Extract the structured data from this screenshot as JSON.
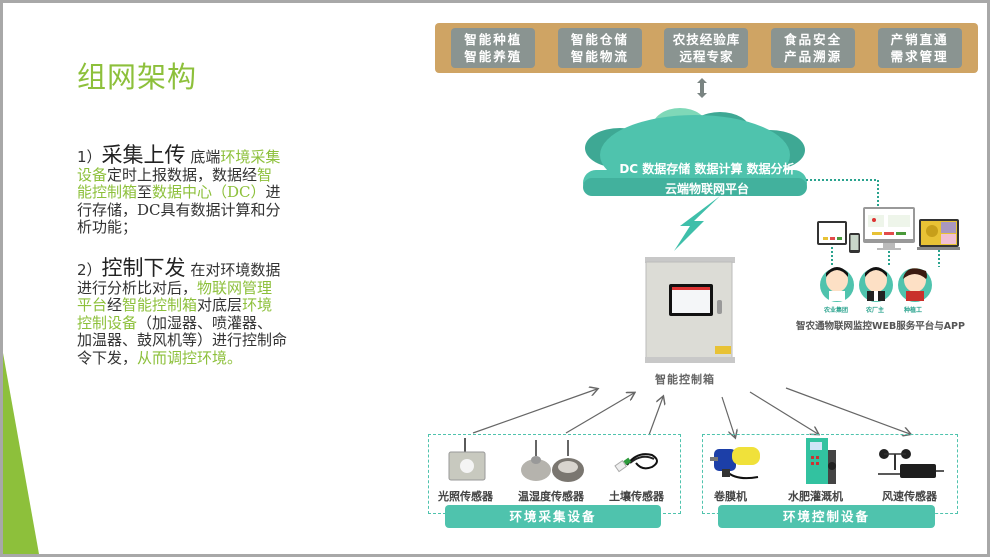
{
  "title": "组网架构",
  "section1": {
    "number": "1）",
    "heading": "采集上传",
    "segments": [
      {
        "text": "  底端",
        "hl": false
      },
      {
        "text": "环境采集设备",
        "hl": true
      },
      {
        "text": "定时上报数据，数据经",
        "hl": false
      },
      {
        "text": "智能控制箱",
        "hl": true
      },
      {
        "text": "至",
        "hl": false
      },
      {
        "text": "数据中心（DC）",
        "hl": true
      },
      {
        "text": "进行存储，DC具有数据计算和分析功能；",
        "hl": false
      }
    ]
  },
  "section2": {
    "number": "2）",
    "heading": "控制下发",
    "segments": [
      {
        "text": "  在对环境数据进行分析比对后，",
        "hl": false
      },
      {
        "text": "物联网管理平台",
        "hl": true
      },
      {
        "text": "经",
        "hl": false
      },
      {
        "text": "智能控制箱",
        "hl": true
      },
      {
        "text": "对底层",
        "hl": false
      },
      {
        "text": "环境控制设备",
        "hl": true
      },
      {
        "text": "（加湿器、喷灌器、加温器、鼓风机等）进行控制命令下发，",
        "hl": false
      },
      {
        "text": "从而调控环境。",
        "hl": true
      }
    ]
  },
  "applications": [
    {
      "line1": "智能种植",
      "line2": "智能养殖"
    },
    {
      "line1": "智能仓储",
      "line2": "智能物流"
    },
    {
      "line1": "农技经验库",
      "line2": "远程专家"
    },
    {
      "line1": "食品安全",
      "line2": "产品溯源"
    },
    {
      "line1": "产销直通",
      "line2": "需求管理"
    }
  ],
  "cloud": {
    "line1": "DC 数据存储 数据计算  数据分析",
    "line2": "云端物联网平台"
  },
  "control_box": {
    "label": "智能控制箱"
  },
  "web_platform": {
    "caption": "智农通物联网监控WEB服务平台与APP",
    "roles": [
      "农业集团",
      "农厂主",
      "种植工"
    ]
  },
  "collection_group": {
    "title": "环境采集设备",
    "devices": [
      "光照传感器",
      "温湿度传感器",
      "土壤传感器"
    ]
  },
  "control_group": {
    "title": "环境控制设备",
    "devices": [
      "卷膜机",
      "水肥灌溉机",
      "风速传感器"
    ]
  },
  "colors": {
    "accent_green": "#8dc03b",
    "teal": "#4fc3ad",
    "tan": "#cfa464",
    "box_gray": "#8a9491"
  }
}
